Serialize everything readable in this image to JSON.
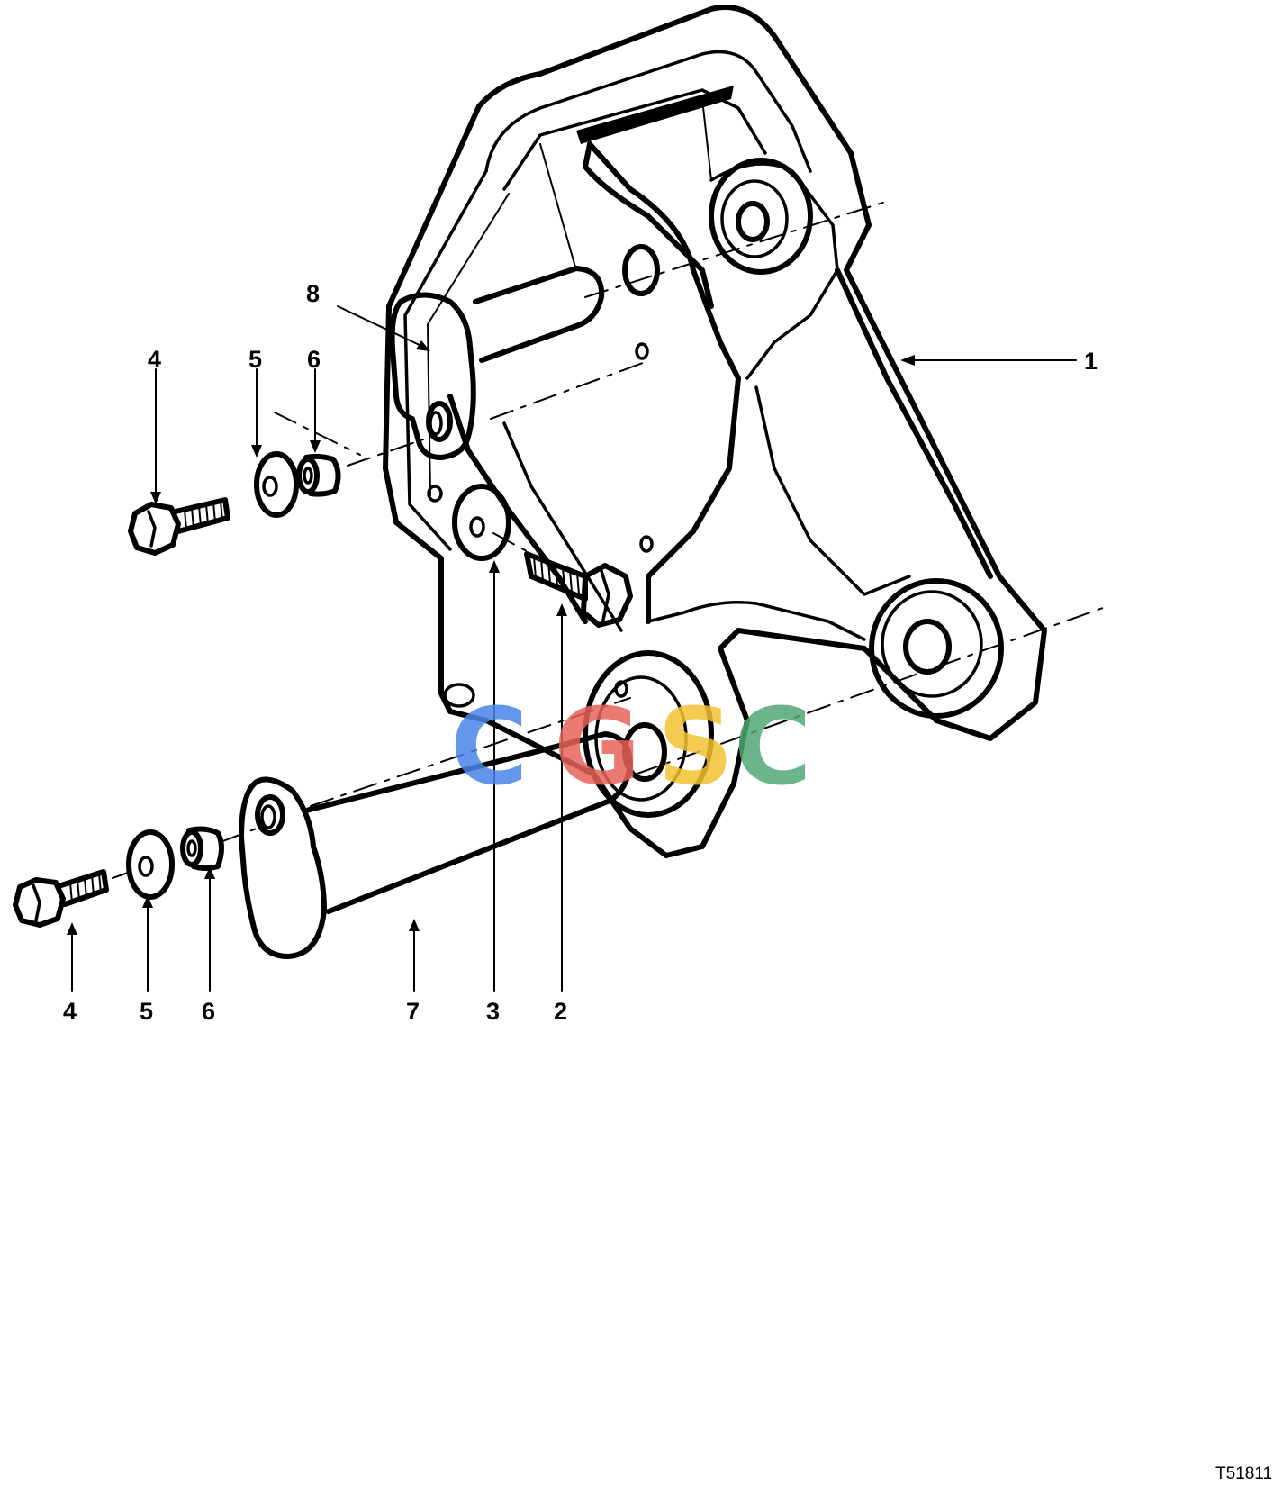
{
  "diagram": {
    "callouts": [
      {
        "id": "1",
        "label": "1"
      },
      {
        "id": "2",
        "label": "2"
      },
      {
        "id": "3",
        "label": "3"
      },
      {
        "id": "4-top",
        "label": "4"
      },
      {
        "id": "5-top",
        "label": "5"
      },
      {
        "id": "6-top",
        "label": "6"
      },
      {
        "id": "4-bottom",
        "label": "4"
      },
      {
        "id": "5-bottom",
        "label": "5"
      },
      {
        "id": "6-bottom",
        "label": "6"
      },
      {
        "id": "7",
        "label": "7"
      },
      {
        "id": "8",
        "label": "8"
      }
    ],
    "reference_code": "T51811",
    "watermark": {
      "letters": [
        "C",
        "G",
        "S",
        "C"
      ],
      "colors": [
        "#4a86e8",
        "#e8635a",
        "#f1c232",
        "#53a876"
      ]
    }
  }
}
